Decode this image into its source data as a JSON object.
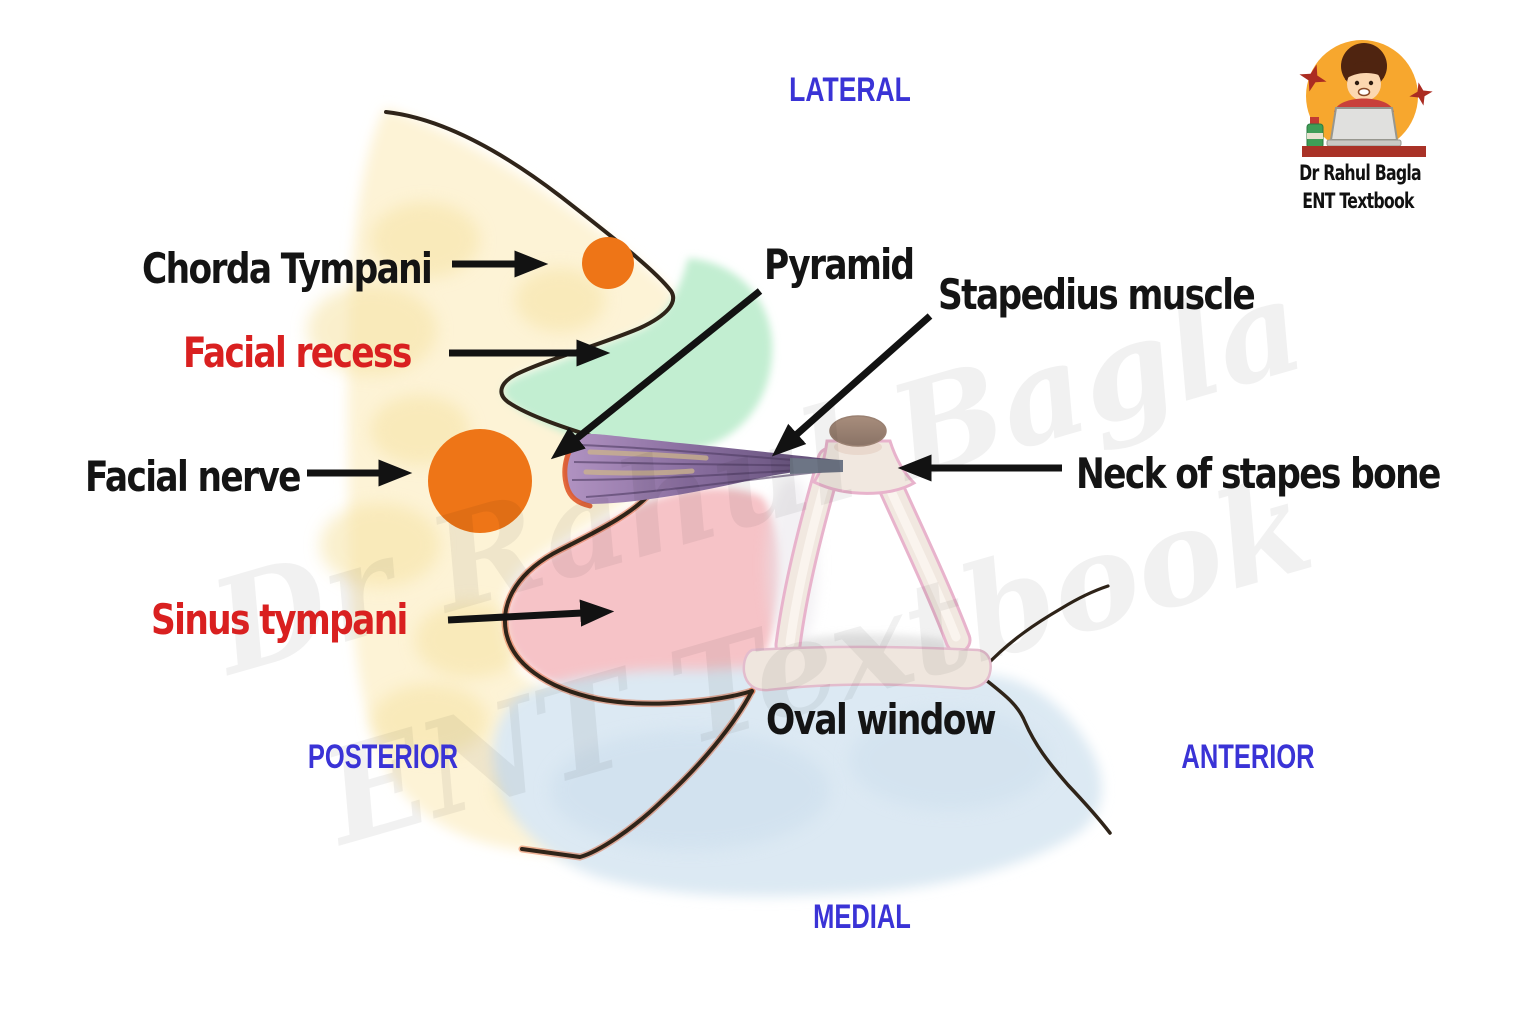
{
  "diagram": {
    "labels": {
      "chorda_tympani": "Chorda Tympani",
      "facial_recess": "Facial recess",
      "facial_nerve": "Facial nerve",
      "sinus_tympani": "Sinus tympani",
      "pyramid": "Pyramid",
      "stapedius_muscle": "Stapedius muscle",
      "neck_of_stapes": "Neck of stapes bone",
      "oval_window": "Oval window"
    },
    "orientation": {
      "top": "LATERAL",
      "bottom": "MEDIAL",
      "left": "POSTERIOR",
      "right": "ANTERIOR"
    },
    "colors": {
      "label_black": "#141414",
      "label_red": "#d92020",
      "orientation_blue": "#3a33d6",
      "bone_yellow": "#fdf3d6",
      "bone_blotch": "#f6e3a4",
      "facial_recess_green": "#c2eed1",
      "sinus_tympani_pink": "#f6c3c7",
      "medial_wall_blue": "#dce9f3",
      "nerve_orange": "#ee7517",
      "muscle_purple": "#9a7cac",
      "stapes_cream": "#f1e8e0",
      "stapes_head_brown": "#9a8172",
      "outline_dark": "#2f2419"
    }
  },
  "watermark": {
    "line1": "Dr Rahul Bagla",
    "line2": "ENT Textbook"
  },
  "logo": {
    "line1": "Dr Rahul Bagla",
    "line2": "ENT Textbook"
  }
}
